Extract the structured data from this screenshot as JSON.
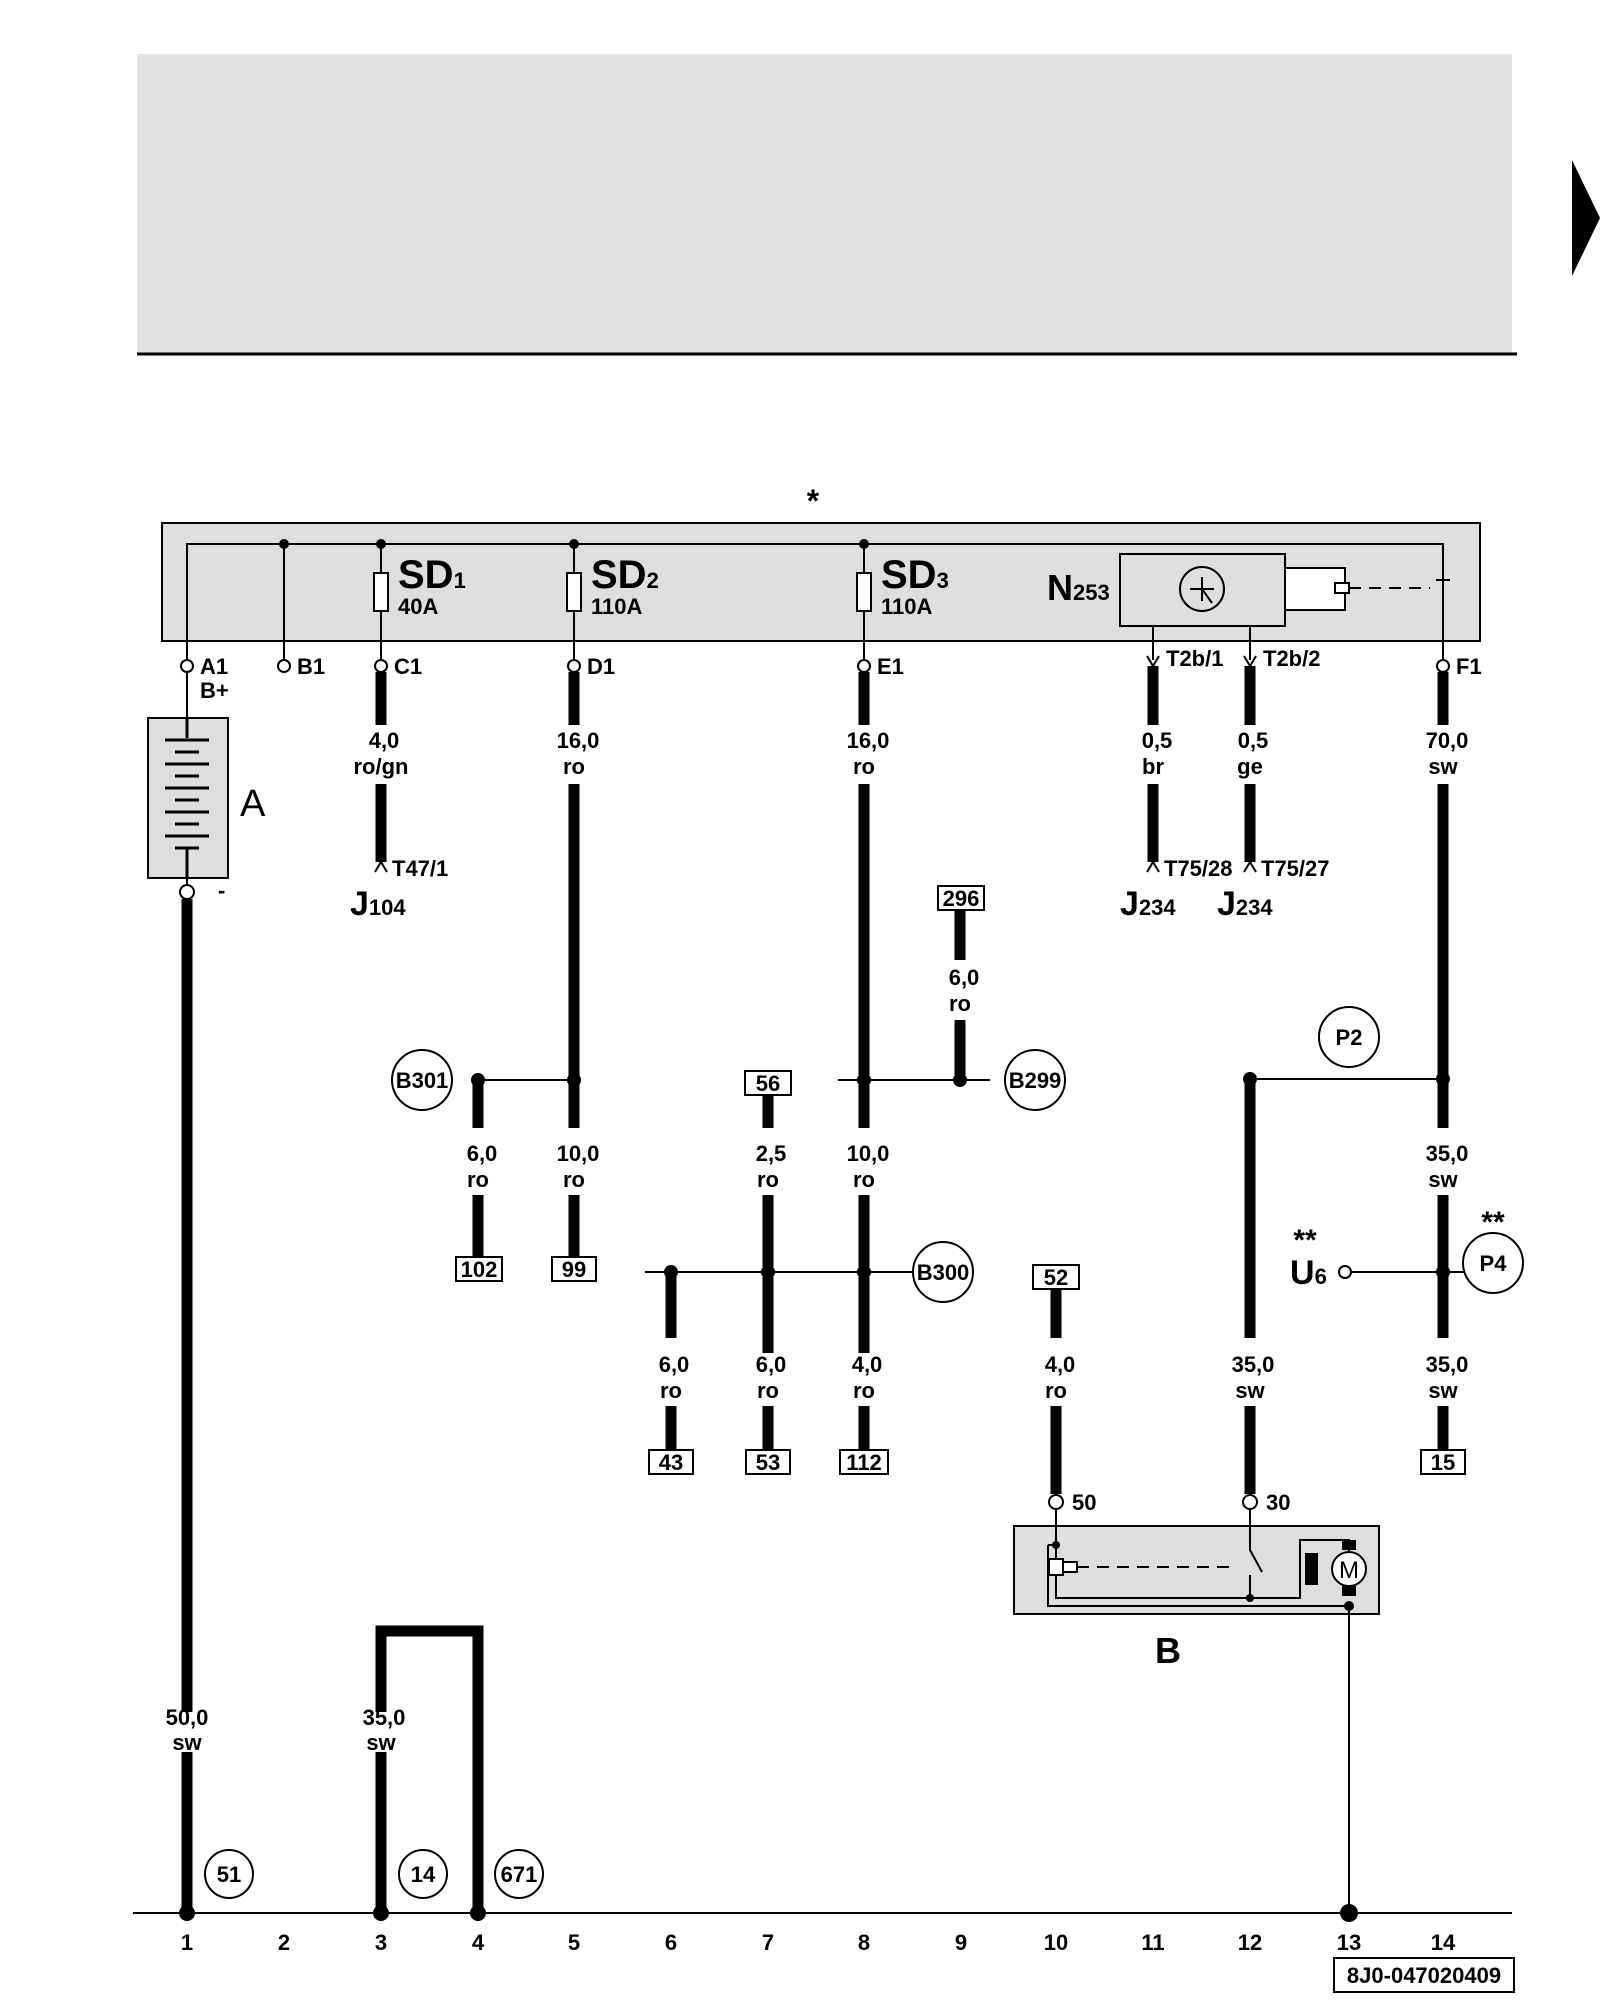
{
  "page": {
    "marker": "*",
    "doc_ref": "8J0-047020409"
  },
  "pins": {
    "A1": "A1",
    "B1": "B1",
    "C1": "C1",
    "D1": "D1",
    "E1": "E1",
    "F1": "F1",
    "T2b1": "T2b/1",
    "T2b2": "T2b/2",
    "bplus": "B+",
    "minus": "-",
    "p50": "50",
    "p30": "30",
    "T47": "T47/1",
    "T75_28": "T75/28",
    "T75_27": "T75/27"
  },
  "components": {
    "SD1": {
      "main": "SD",
      "sub": "1",
      "rating": "40A"
    },
    "SD2": {
      "main": "SD",
      "sub": "2",
      "rating": "110A"
    },
    "SD3": {
      "main": "SD",
      "sub": "3",
      "rating": "110A"
    },
    "N253": {
      "main": "N",
      "sub": "253"
    },
    "A": "A",
    "B": "B",
    "J104": {
      "main": "J",
      "sub": "104"
    },
    "J234a": {
      "main": "J",
      "sub": "234"
    },
    "J234b": {
      "main": "J",
      "sub": "234"
    },
    "U6": {
      "main": "U",
      "sub": "6",
      "marker": "**"
    },
    "M": "M"
  },
  "wires": {
    "c1": {
      "size": "4,0",
      "color": "ro/gn"
    },
    "d1": {
      "size": "16,0",
      "color": "ro"
    },
    "e1": {
      "size": "16,0",
      "color": "ro"
    },
    "t2b1": {
      "size": "0,5",
      "color": "br"
    },
    "t2b2": {
      "size": "0,5",
      "color": "ge"
    },
    "f1": {
      "size": "70,0",
      "color": "sw"
    },
    "w296": {
      "size": "6,0",
      "color": "ro"
    },
    "w102": {
      "size": "6,0",
      "color": "ro"
    },
    "w99": {
      "size": "10,0",
      "color": "ro"
    },
    "w56": {
      "size": "2,5",
      "color": "ro"
    },
    "w8b": {
      "size": "10,0",
      "color": "ro"
    },
    "w14a": {
      "size": "35,0",
      "color": "sw"
    },
    "w43": {
      "size": "6,0",
      "color": "ro"
    },
    "w53": {
      "size": "6,0",
      "color": "ro"
    },
    "w112": {
      "size": "4,0",
      "color": "ro"
    },
    "w52": {
      "size": "4,0",
      "color": "ro"
    },
    "w30": {
      "size": "35,0",
      "color": "sw"
    },
    "w15": {
      "size": "35,0",
      "color": "sw"
    },
    "w1": {
      "size": "50,0",
      "color": "sw"
    },
    "w3": {
      "size": "35,0",
      "color": "sw"
    }
  },
  "refs": {
    "r296": "296",
    "r56": "56",
    "r102": "102",
    "r99": "99",
    "r43": "43",
    "r53": "53",
    "r112": "112",
    "r52": "52",
    "r15": "15"
  },
  "circles": {
    "B301": "B301",
    "B299": "B299",
    "B300": "B300",
    "P2": "P2",
    "P4": "P4",
    "P4_marker": "**",
    "c51": "51",
    "c14": "14",
    "c671": "671"
  },
  "tracks": [
    "1",
    "2",
    "3",
    "4",
    "5",
    "6",
    "7",
    "8",
    "9",
    "10",
    "11",
    "12",
    "13",
    "14"
  ]
}
